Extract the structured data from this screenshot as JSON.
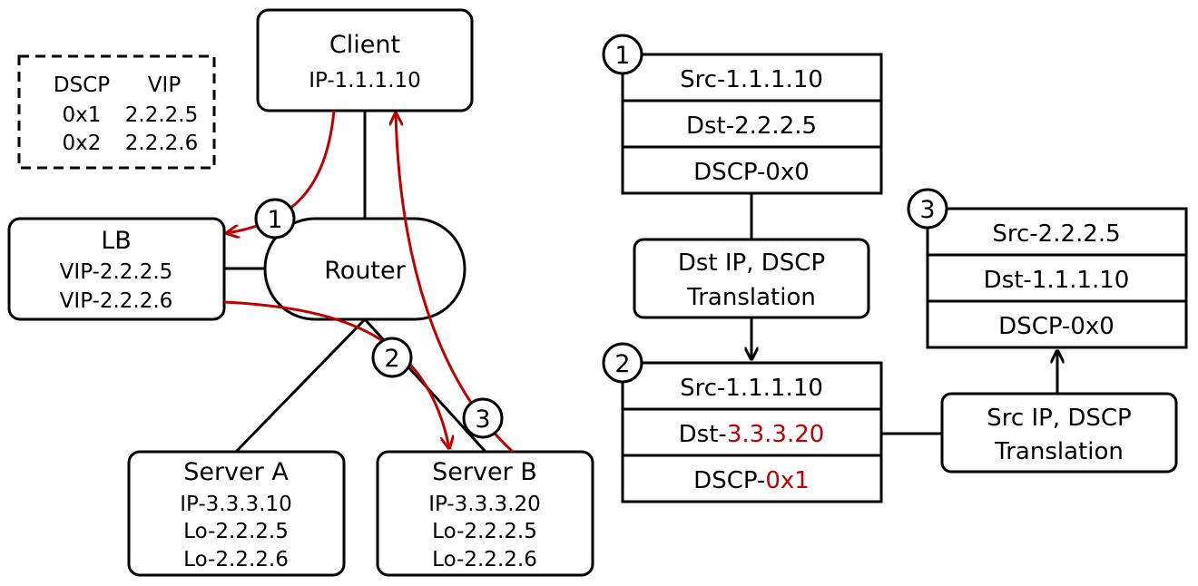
{
  "colors": {
    "line": "#000000",
    "flow": "#c00000",
    "background": "#ffffff"
  },
  "table": {
    "header": {
      "col1": "DSCP",
      "col2": "VIP"
    },
    "rows": [
      {
        "dscp": "0x1",
        "vip": "2.2.2.5"
      },
      {
        "dscp": "0x2",
        "vip": "2.2.2.6"
      }
    ]
  },
  "nodes": {
    "client": {
      "title": "Client",
      "line1": "IP-1.1.1.10"
    },
    "lb": {
      "title": "LB",
      "line1": "VIP-2.2.2.5",
      "line2": "VIP-2.2.2.6"
    },
    "router": {
      "title": "Router"
    },
    "server_a": {
      "title": "Server A",
      "line1": "IP-3.3.3.10",
      "line2": "Lo-2.2.2.5",
      "line3": "Lo-2.2.2.6"
    },
    "server_b": {
      "title": "Server B",
      "line1": "IP-3.3.3.20",
      "line2": "Lo-2.2.2.5",
      "line3": "Lo-2.2.2.6"
    }
  },
  "steps": {
    "one": "1",
    "two": "2",
    "three": "3"
  },
  "packets": {
    "p1": {
      "src": "Src-1.1.1.10",
      "dst": "Dst-2.2.2.5",
      "dscp": "DSCP-0x0"
    },
    "p2": {
      "src": "Src-1.1.1.10",
      "dst_prefix": "Dst-",
      "dst_value": "3.3.3.20",
      "dscp_prefix": "DSCP-",
      "dscp_value": "0x1"
    },
    "p3": {
      "src": "Src-2.2.2.5",
      "dst": "Dst-1.1.1.10",
      "dscp": "DSCP-0x0"
    }
  },
  "translations": {
    "t1": {
      "line1": "Dst IP, DSCP",
      "line2": "Translation"
    },
    "t2": {
      "line1": "Src IP, DSCP",
      "line2": "Translation"
    }
  }
}
